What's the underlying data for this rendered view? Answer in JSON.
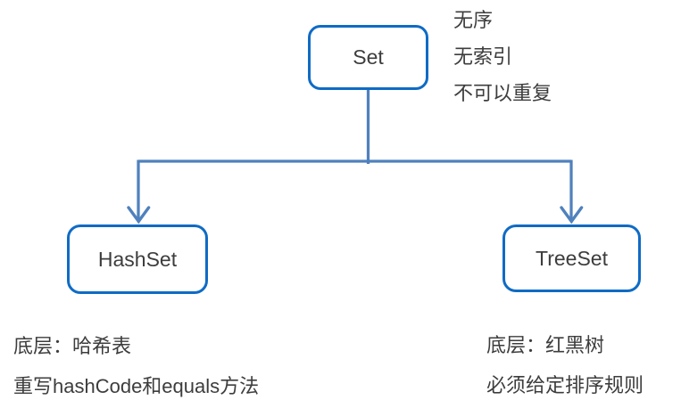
{
  "diagram": {
    "root": {
      "label": "Set",
      "notes": [
        "无序",
        "无索引",
        "不可以重复"
      ]
    },
    "children": [
      {
        "label": "HashSet",
        "notes": [
          "底层：哈希表",
          "重写hashCode和equals方法"
        ]
      },
      {
        "label": "TreeSet",
        "notes": [
          "底层：红黑树",
          "必须给定排序规则"
        ]
      }
    ],
    "colors": {
      "node_border": "#0f6bc5",
      "connector": "#4f81bd",
      "text": "#3d3d3d",
      "node_fill": "#ffffff",
      "background": "#ffffff"
    }
  }
}
